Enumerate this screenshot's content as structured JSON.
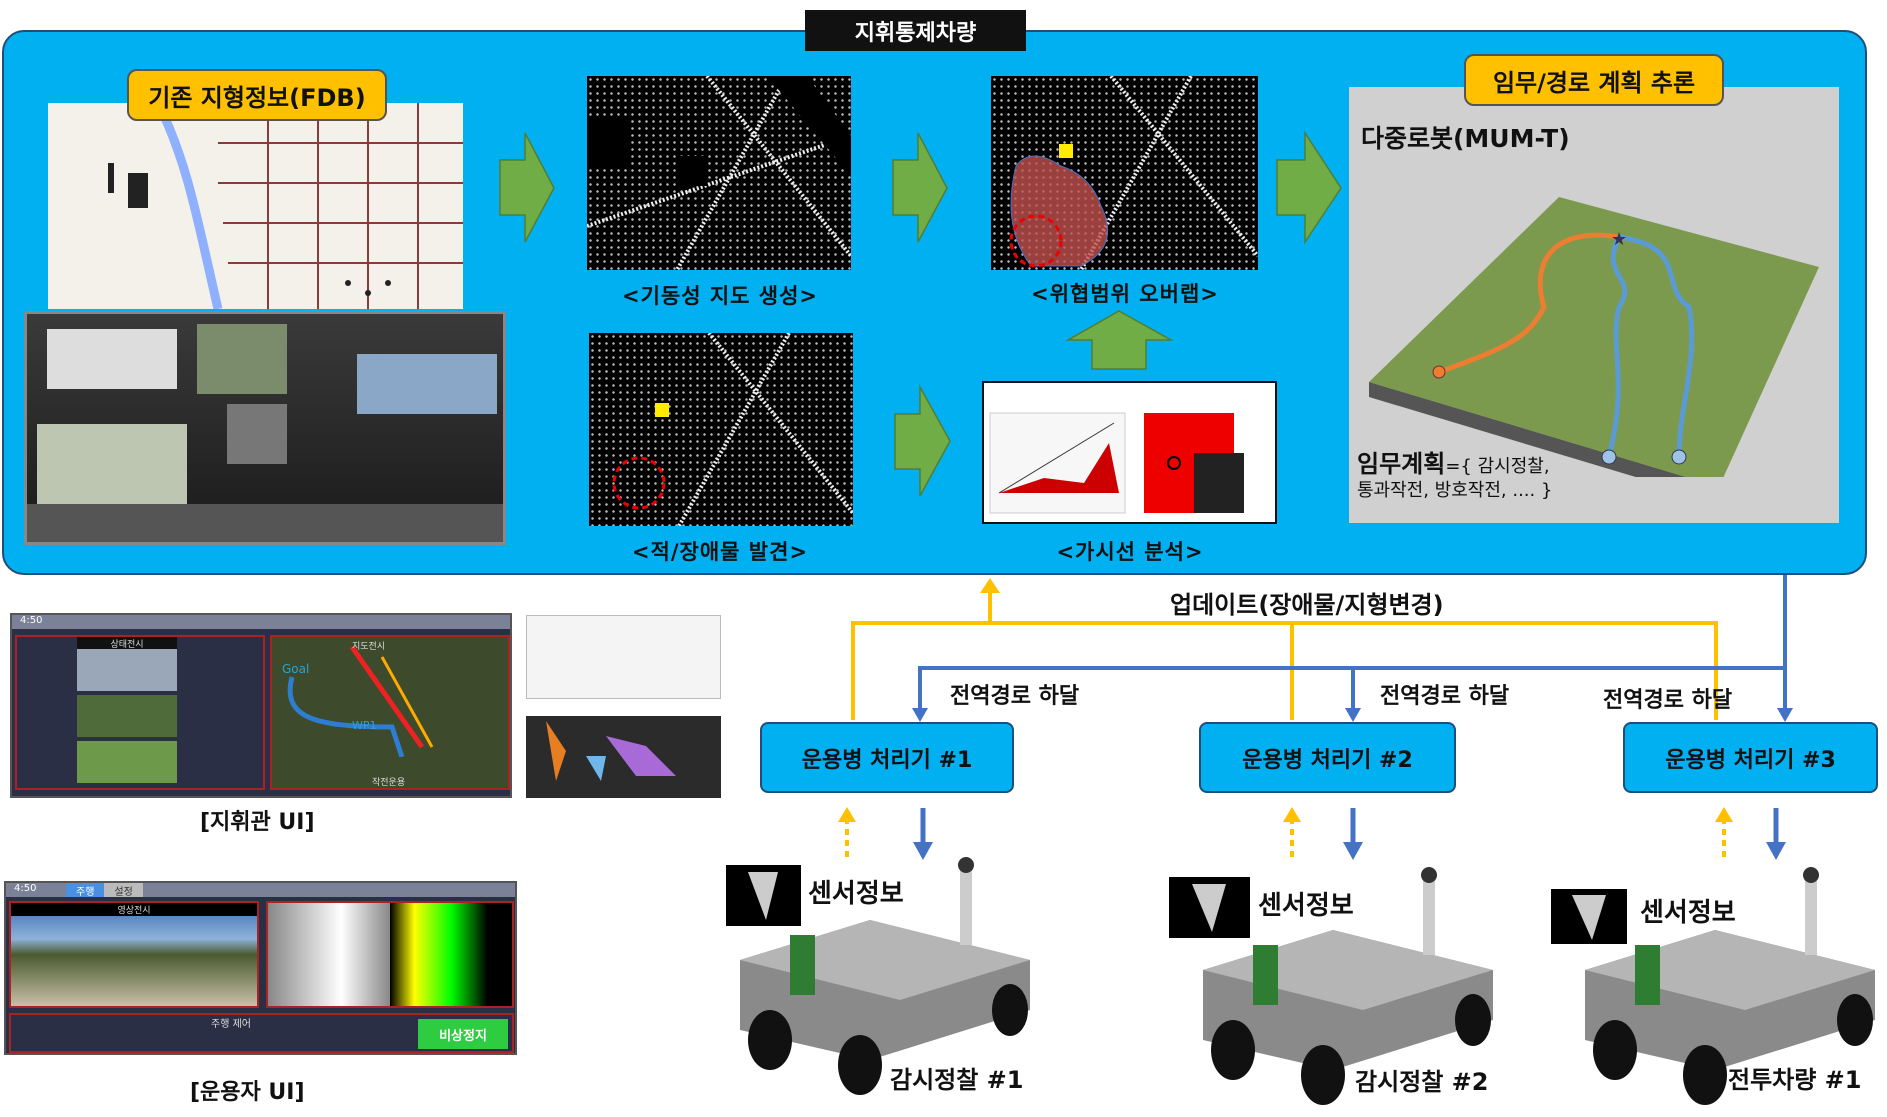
{
  "title": "지휘통제차량",
  "fdb_label": "기존 지형정보(FDB)",
  "captions": {
    "mobility": "<기동성 지도 생성>",
    "threat": "<위협범위 오버랩>",
    "enemy": "<적/장애물 발견>",
    "visibility": "<가시선 분석>"
  },
  "mission": {
    "label": "임무/경로 계획 추론",
    "heading": "다중로봇(MUM-T)",
    "plan_bold": "임무계획",
    "plan_rest_1": "={ 감시정찰,",
    "plan_rest_2": "통과작전, 방호작전, .... }"
  },
  "update_label": "업데이트(장애물/지형변경)",
  "route_labels": [
    "전역경로 하달",
    "전역경로 하달",
    "전역경로 하달"
  ],
  "processors": [
    "운용병 처리기 #1",
    "운용병 처리기 #2",
    "운용병 처리기 #3"
  ],
  "sensor_label": [
    "센서정보",
    "센서정보",
    "센서정보"
  ],
  "robots": [
    "감시정찰 #1",
    "감시정찰 #2",
    "전투차량 #1"
  ],
  "commander_ui": {
    "caption": "[지휘관 UI]",
    "time": "4:50",
    "left_title": "상태전시",
    "right_title": "지도전시",
    "goal": "Goal",
    "wp": "WP1",
    "bottom": "작전운용"
  },
  "operator_ui": {
    "caption": "[운용자 UI]",
    "time": "4:50",
    "tab1": "주행",
    "tab2": "설정",
    "video_title": "영상전시",
    "control_title": "주행 제어",
    "estop": "비상정지"
  },
  "colors": {
    "panel": "#00b0f0",
    "label": "#ffc000",
    "arrow_green": "#70ad47",
    "orange": "#ffc000",
    "blue": "#4472c4"
  }
}
